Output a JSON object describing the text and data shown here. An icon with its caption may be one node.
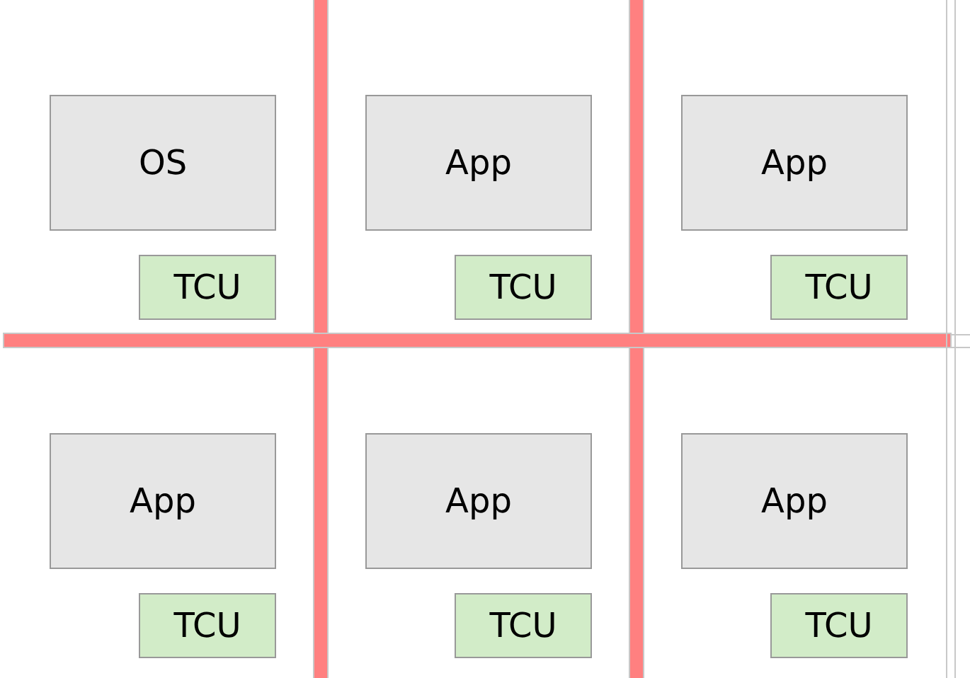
{
  "diagram": {
    "nodes": [
      {
        "text": [
          "OS"
        ]
      },
      {
        "text": [
          "TCU"
        ]
      },
      {
        "text": [
          "App"
        ]
      },
      {
        "text": [
          "TCU"
        ]
      },
      {
        "text": [
          "App"
        ]
      },
      {
        "text": [
          "TCU"
        ]
      },
      {
        "text": [
          "App"
        ]
      },
      {
        "text": [
          "TCU"
        ]
      },
      {
        "text": [
          "App"
        ]
      },
      {
        "text": [
          "TCU"
        ]
      },
      {
        "text": [
          "App"
        ]
      },
      {
        "text": [
          "TCU"
        ]
      }
    ]
  }
}
